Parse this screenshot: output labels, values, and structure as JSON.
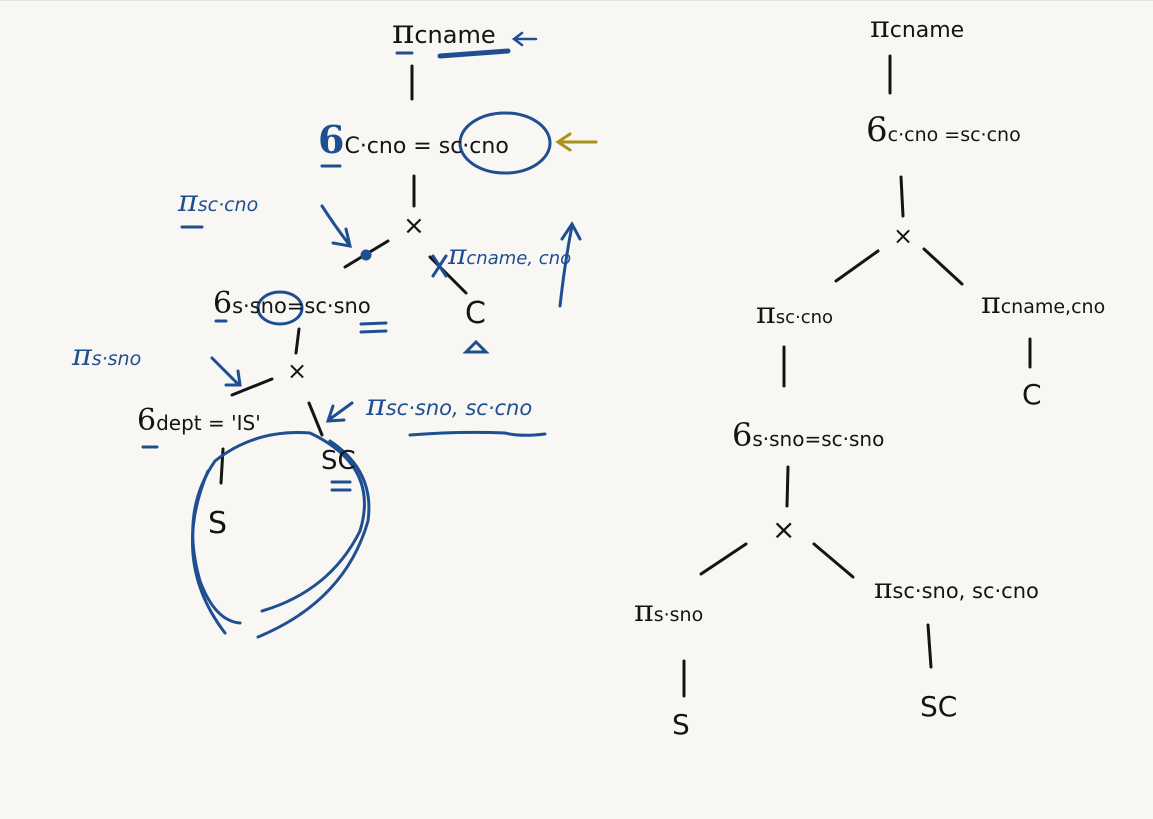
{
  "colors": {
    "ink": "#141414",
    "annotation_blue": "#1f4f91",
    "arrow_gold": "#a8921a",
    "background": "#f8f7f4"
  },
  "left_tree": {
    "root": {
      "op": "π",
      "sub": "cname"
    },
    "select_top": {
      "op": "6",
      "sub": "C·cno = sc·cno"
    },
    "join_top": "×",
    "select_mid": {
      "op": "6",
      "sub": "s·sno=sc·sno"
    },
    "c_leaf": "C",
    "join_bottom": "×",
    "select_bottom": {
      "op": "6",
      "sub": "dept = 'IS'"
    },
    "s_leaf": "S",
    "sc_leaf": "SC"
  },
  "annotations": {
    "proj_sc_cno": {
      "op": "π",
      "sub": "sc·cno"
    },
    "proj_cname_cno": {
      "op": "π",
      "sub": "cname, cno"
    },
    "proj_s_sno": {
      "op": "π",
      "sub": "s·sno"
    },
    "proj_sc_sno_cno": {
      "op": "π",
      "sub": "sc·sno, sc·cno"
    }
  },
  "right_tree": {
    "root": {
      "op": "π",
      "sub": "cname"
    },
    "select_top": {
      "op": "6",
      "sub": "c·cno =sc·cno"
    },
    "join_top": "×",
    "proj_sc_cno": {
      "op": "π",
      "sub": "sc·cno"
    },
    "proj_cname_cno": {
      "op": "π",
      "sub": "cname,cno"
    },
    "c_leaf": "C",
    "select_mid": {
      "op": "6",
      "sub": "s·sno=sc·sno"
    },
    "join_bottom": "×",
    "proj_s_sno": {
      "op": "π",
      "sub": "s·sno"
    },
    "proj_sc_sno_cno": {
      "op": "π",
      "sub": "sc·sno, sc·cno"
    },
    "s_leaf": "S",
    "sc_leaf": "SC"
  }
}
